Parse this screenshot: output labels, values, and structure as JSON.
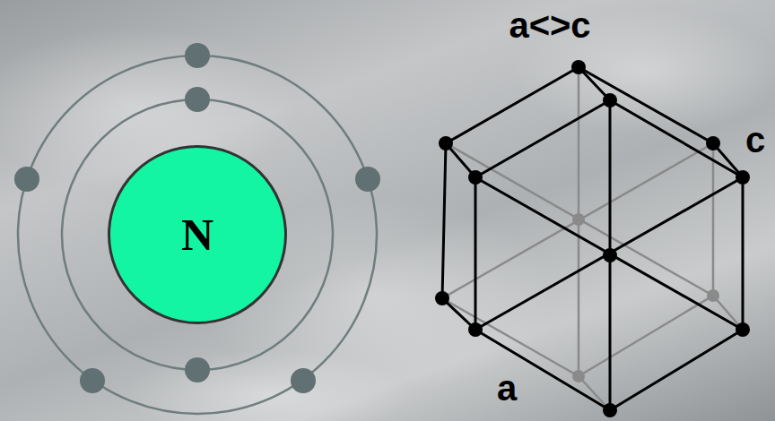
{
  "diagram": {
    "nodes": [
      {
        "text": [
          "N"
        ]
      }
    ],
    "labels": [
      "a<>c",
      "c",
      "a"
    ]
  }
}
